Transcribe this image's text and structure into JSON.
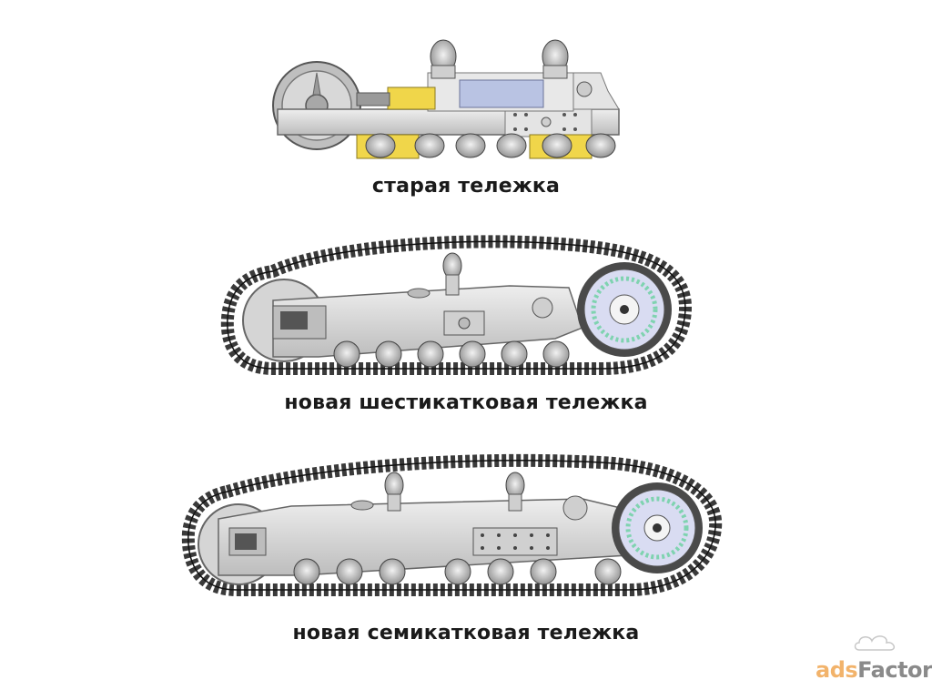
{
  "captions": {
    "old": "старая тележка",
    "six": "новая шестикатковая тележка",
    "seven": "новая семикатковая тележка"
  },
  "watermark": {
    "ads": "ads",
    "factory": "Factory"
  },
  "colors": {
    "frame": "#d7d7d7",
    "frame_edge": "#7a7a7a",
    "track": "#3a3a3a",
    "yellow": "#f0d64a",
    "blue": "#b9c3e3",
    "sprocket": "#d9dcf2",
    "bolt_green": "#7fd3b0"
  }
}
